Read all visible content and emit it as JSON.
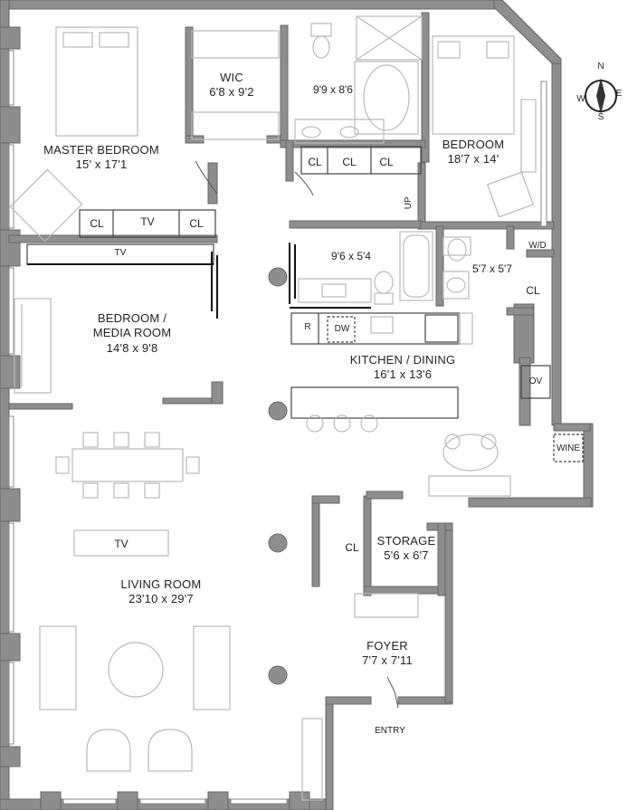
{
  "rooms": {
    "master_bedroom": {
      "name": "MASTER BEDROOM",
      "size": "15' x 17'1"
    },
    "wic": {
      "name": "WIC",
      "size": "6'8 x 9'2"
    },
    "master_bath": {
      "size": "9'9 x 8'6"
    },
    "bedroom": {
      "name": "BEDROOM",
      "size": "18'7 x 14'"
    },
    "media_room": {
      "name": "BEDROOM /",
      "name2": "MEDIA ROOM",
      "size": "14'8 x 9'8"
    },
    "bath2": {
      "size": "9'6 x 5'4"
    },
    "laundry": {
      "size": "5'7 x 5'7"
    },
    "kitchen": {
      "name": "KITCHEN / DINING",
      "size": "16'1 x 13'6"
    },
    "storage": {
      "name": "STORAGE",
      "size": "5'6 x 6'7"
    },
    "living_room": {
      "name": "LIVING ROOM",
      "size": "23'10 x 29'7"
    },
    "foyer": {
      "name": "FOYER",
      "size": "7'7 x 7'11"
    }
  },
  "labels": {
    "cl": "CL",
    "tv": "TV",
    "wd": "W/D",
    "ov": "OV",
    "wine": "WINE",
    "refrigerator": "R",
    "dishwasher": "DW",
    "up": "UP",
    "entry": "ENTRY"
  },
  "compass": {
    "n": "N",
    "e": "E",
    "s": "S",
    "w": "W"
  }
}
